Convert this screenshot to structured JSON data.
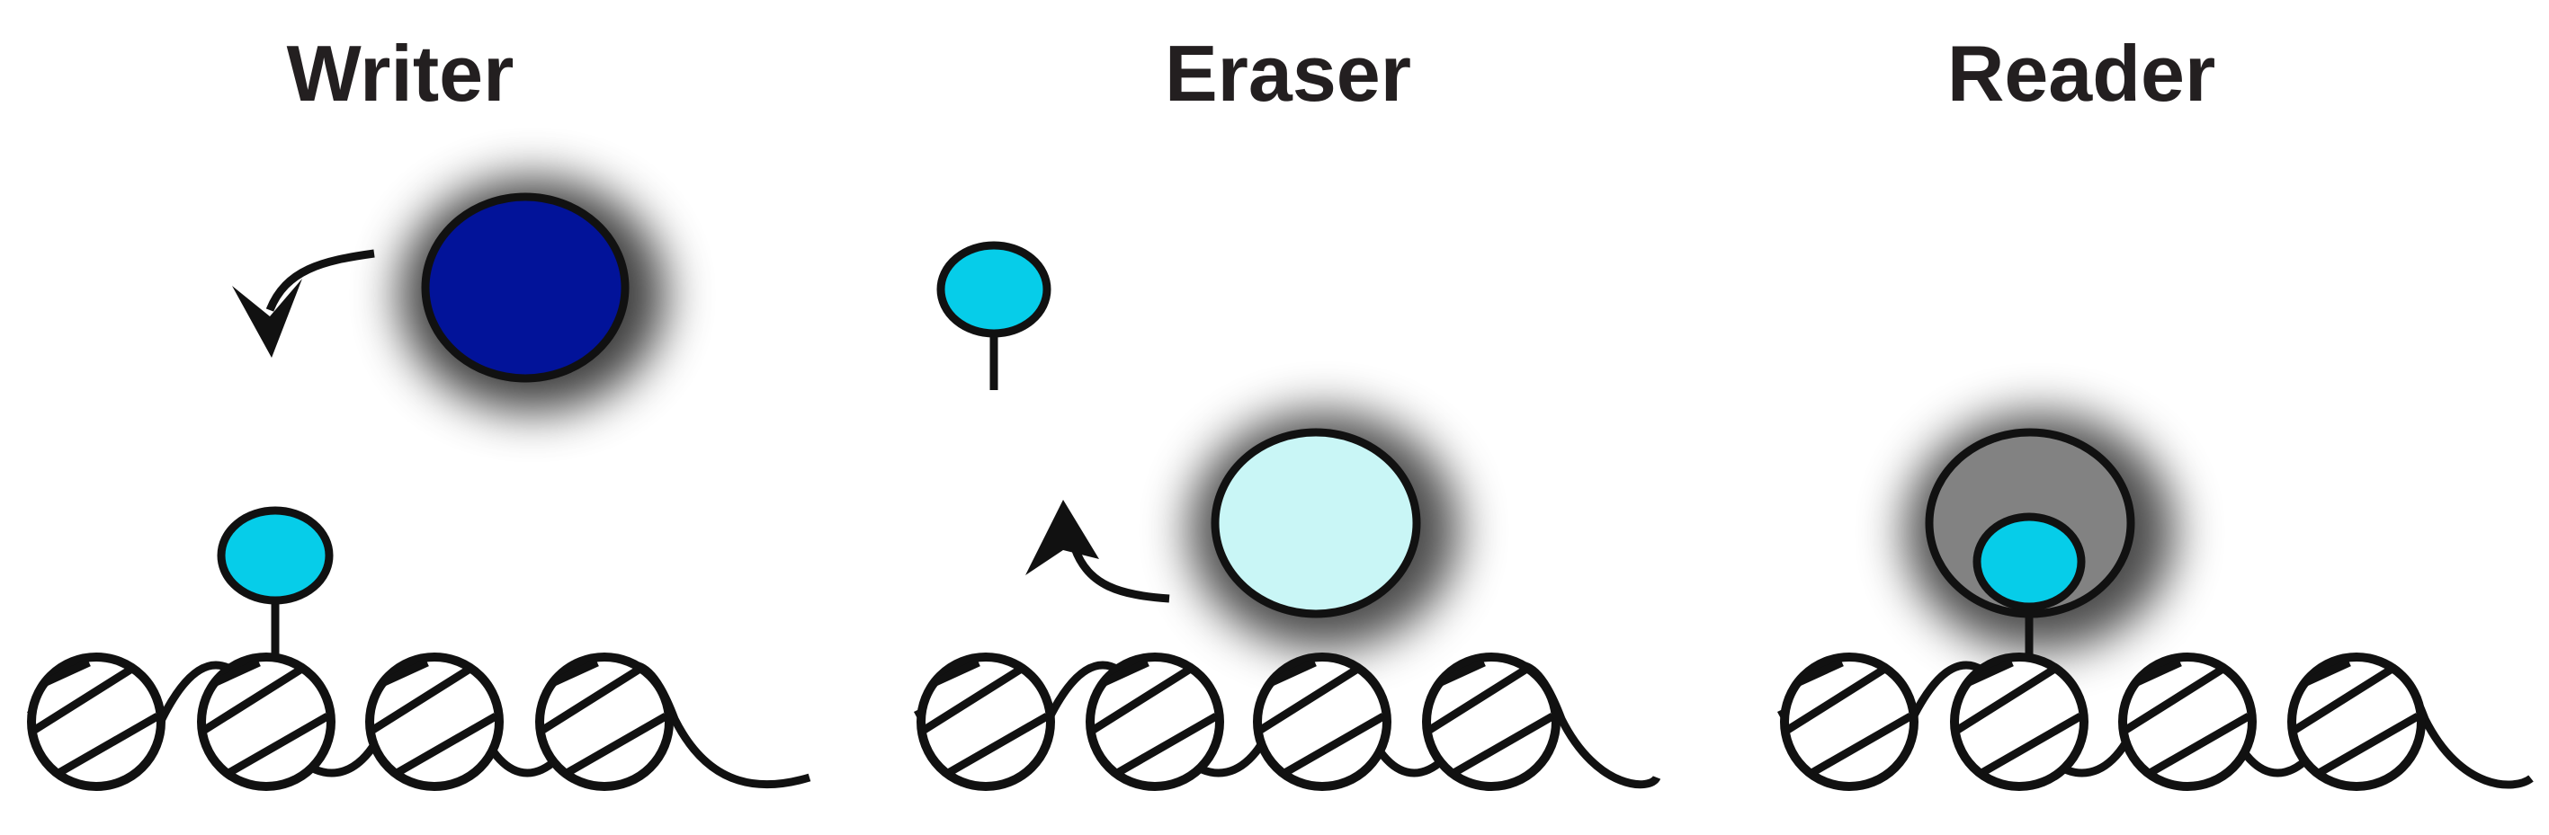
{
  "panels": [
    {
      "title": "Writer"
    },
    {
      "title": "Eraser"
    },
    {
      "title": "Reader"
    }
  ],
  "colors": {
    "stroke": "#111111",
    "writer_enzyme": "#021399",
    "eraser_enzyme": "#c9f6f6",
    "reader_protein": "#828282",
    "histone_mark": "#06cde9",
    "shadow": "#000000"
  }
}
